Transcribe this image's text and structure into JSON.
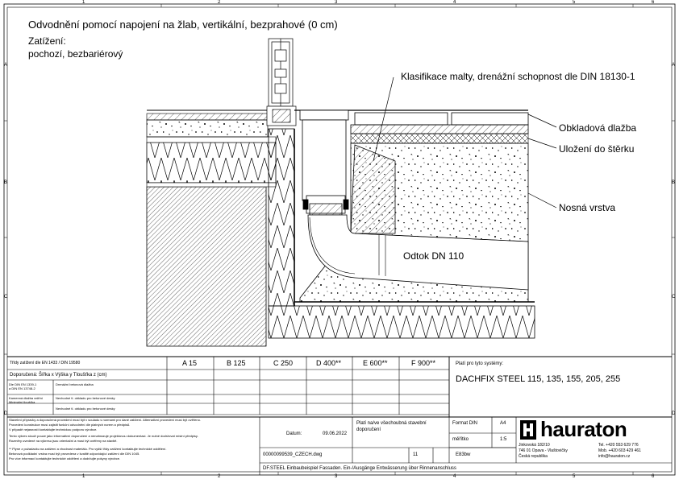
{
  "drawing": {
    "title": "Odvodnění pomocí napojení na žlab, vertikální, bezprahové (0 cm)",
    "load_label": "Zatížení:",
    "load_value": "pochozí, bezbariérový"
  },
  "frame": {
    "columns": [
      "1",
      "2",
      "3",
      "4",
      "5",
      "6"
    ],
    "rows": [
      "A",
      "B",
      "C",
      "D"
    ]
  },
  "callouts": {
    "mortar": "Klasifikace malty, drenážní schopnost dle DIN 18130-1",
    "tiles": "Obkladová dlažba",
    "gravel": "Uložení do štěrku",
    "base": "Nosná vrstva",
    "outlet": "Odtok DN 110"
  },
  "table": {
    "class_header": "Třídy zatížení dle EN 1433 / DIN 19580",
    "classes": [
      "A 15",
      "B 125",
      "C 250",
      "D 400**",
      "E 600**",
      "F 900**"
    ],
    "row_labels": {
      "dims": "Doporučená: Šířka x Výška y Tloušťka z (cm)",
      "din": "Dle DIN EN 1339-1",
      "din2": "a DIN EN 13748-2",
      "block1": "Kamenná dlažba vnitřní",
      "block2": "Minimální tloušťka",
      "sub1": "Drenážní betonová dlažba",
      "sub2": "Nevhodné tl. obkladu pro betonové desky",
      "sub3": "Nevhodné tl. obkladu pro betonové desky"
    },
    "notes": [
      "Stavební přípravky a doporučená provedení musí být v souladu s normami pro dané zatížení. Alternativní provedení musí být ověřeno.",
      "Provedení konstrukce musí zajistit funkční odvodnění dle platných norem a předpisů.",
      "V případě nejasností kontaktujte technickou podporu výrobce.",
      "Tento výkres slouží pouze jako informativní doporučení a nenahrazuje projektovou dokumentaci. Je nutné dodržovat místní předpisy.",
      "Rozměry uvedené na výkresu jsou orientační a musí být ověřeny na stavbě.",
      "** Plyne z požadavku na zatížení a vhodnost materiálu. Pro vyšší třídy zatížení kontaktujte technické oddělení.",
      "Betonová podkladní vrstva musí být provedena v kvalitě odpovídající zatížení dle DIN 1045.",
      "Pro více informací kontaktujte technické oddělení a dodržujte pokyny výrobce."
    ]
  },
  "systems": {
    "label": "Platí pro tyto systémy:",
    "value": "DACHFIX STEEL 115, 135, 155, 205, 255"
  },
  "title_block": {
    "validity": "Platí na/ve všechoubná stavební doporučení",
    "date_label": "Datum:",
    "date": "09.06.2022",
    "format_label": "Format DIN",
    "format": "A4",
    "scale_label": "měřítko",
    "scale": "1:5",
    "file": "00000099539_CZECH.dwg",
    "sheet": "11",
    "edition": "E83bw",
    "description": "DF.STEEL Einbaubeispiel Fassaden. Ein-/Ausgänge Entwässerung über Rinnenanschluss",
    "brand": "hauraton",
    "address_1": "Jinkovská 182/10",
    "address_2": "746 01 Opava - Vlaštovičky",
    "address_3": "Česká republika",
    "phone": "Tel. +420 553 629 776",
    "mobile": "Mob. +420 603 429 461",
    "email": "info@hauraton.cz"
  },
  "colors": {
    "line": "#000000",
    "hatch": "#000000",
    "background": "#ffffff"
  }
}
